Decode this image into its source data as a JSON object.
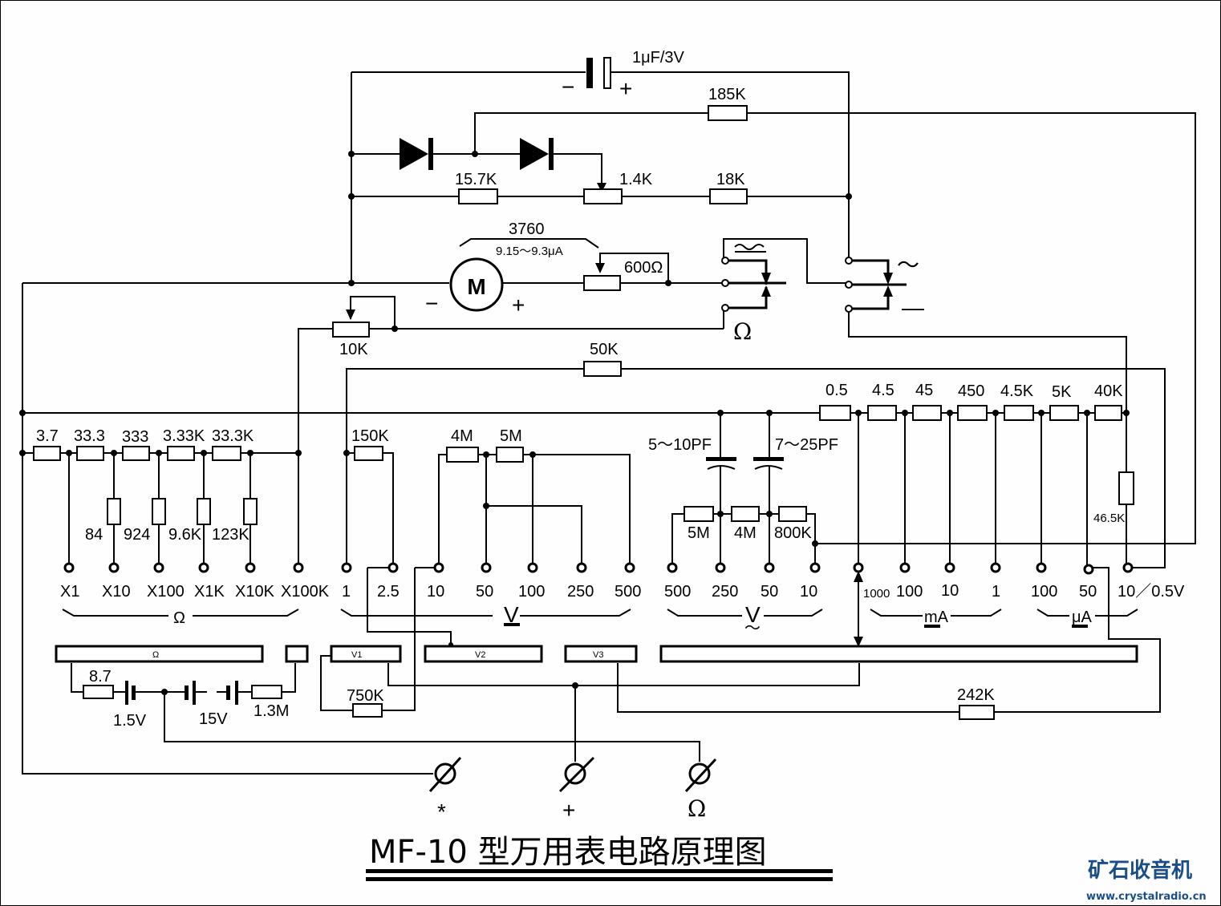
{
  "title": "MF-10 型万用表电路原理图",
  "watermark": {
    "name": "矿石收音机",
    "url": "www.crystalradio.cn",
    "color": "#1a4e8a"
  },
  "top": {
    "capacitor": {
      "label": "1μF/3V",
      "minus": "−",
      "plus": "+"
    },
    "r185k": "185K",
    "r15_7k": "15.7K",
    "pot1_4k": "1.4K",
    "r18k": "18K",
    "meter": {
      "symbol": "M",
      "resistance": "3760",
      "current": "9.15～9.3μA",
      "minus": "−",
      "plus": "+"
    },
    "pot600": "600Ω",
    "pot10k": "10K",
    "r50k": "50K",
    "switch1": {
      "ac_dc_symbol": "≂",
      "ohm": "Ω"
    },
    "switch2": {
      "ac": "～",
      "dc": "—"
    }
  },
  "ohm_section": {
    "series": [
      "3.7",
      "33.3",
      "333",
      "3.33K",
      "33.3K"
    ],
    "shunts": [
      "84",
      "924",
      "9.6K",
      "123K"
    ],
    "ranges": [
      "X1",
      "X10",
      "X100",
      "X1K",
      "X10K",
      "X100K"
    ],
    "group_label": "Ω"
  },
  "dcv_section": {
    "r150k": "150K",
    "r4m": "4M",
    "r5m": "5M",
    "ranges": [
      "1",
      "2.5",
      "10",
      "50",
      "100",
      "250",
      "500"
    ],
    "group_label": "V"
  },
  "acv_section": {
    "cap1": "5～10PF",
    "cap2": "7～25PF",
    "resistors": [
      "5M",
      "4M",
      "800K"
    ],
    "ranges": [
      "500",
      "250",
      "50",
      "10"
    ],
    "group_label": "V",
    "group_sub": "～"
  },
  "current_section": {
    "shunts": [
      "0.5",
      "4.5",
      "45",
      "450",
      "4.5K",
      "5K",
      "40K"
    ],
    "r46_5k": "46.5K",
    "ma_ranges": [
      "1000",
      "100",
      "10",
      "1"
    ],
    "ma_label": "mA",
    "ua_ranges": [
      "100",
      "50",
      "10／0.5V"
    ],
    "ua_label": "μA"
  },
  "bottom": {
    "switch_ohm": "Ω",
    "switch_v1": "V1",
    "switch_v2": "V2",
    "switch_v3": "V3",
    "r8_7": "8.7",
    "batt1": "1.5V",
    "batt2": "15V",
    "r1_3m": "1.3M",
    "r750k": "750K",
    "r242k": "242K"
  },
  "jacks": [
    {
      "label": "*"
    },
    {
      "label": "+"
    },
    {
      "label": "Ω"
    }
  ]
}
